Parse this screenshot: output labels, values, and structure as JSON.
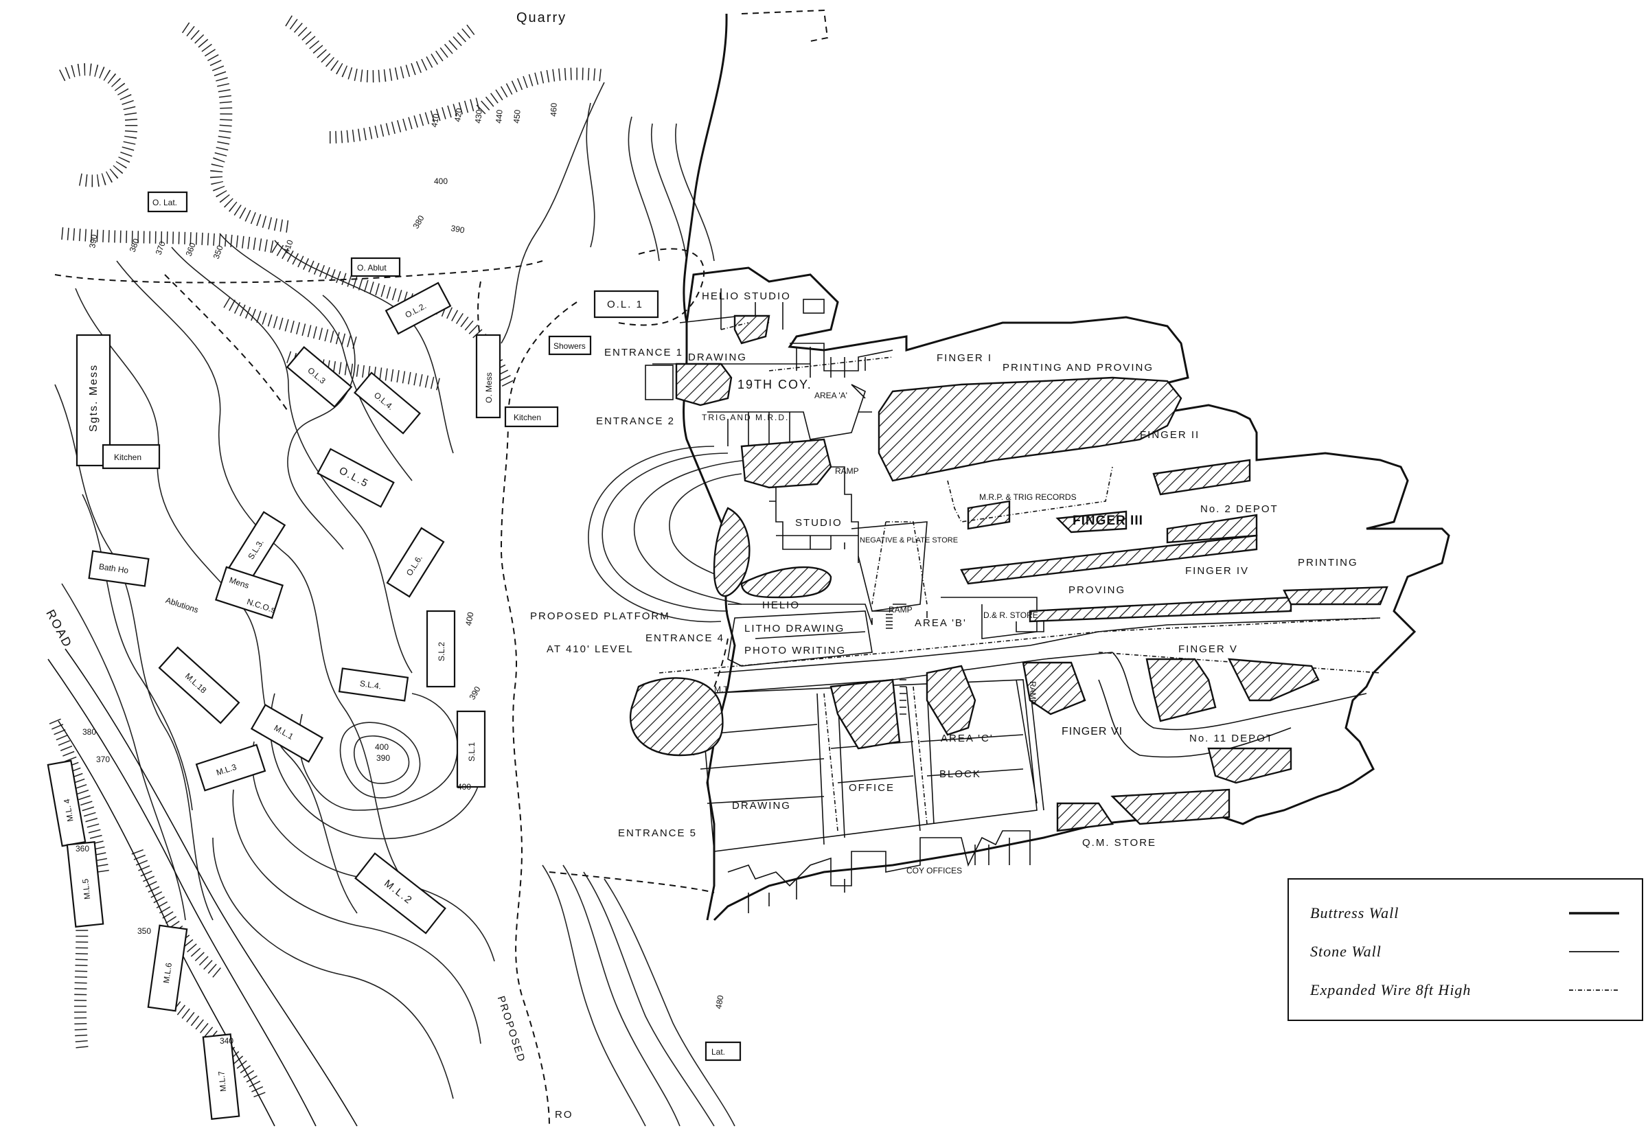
{
  "map": {
    "labels": {
      "quarry": "Quarry",
      "o_lat": "O. Lat.",
      "o_ablut": "O. Ablut",
      "ol1": "O.L. 1",
      "ol2": "O.L.2.",
      "ol3": "O.L.3",
      "ol4": "O.L.4.",
      "ol5": "O.L.5",
      "ol6": "O.L.6.",
      "o_mess": "O. Mess",
      "kitchen_o": "Kitchen",
      "showers": "Showers",
      "sgts_mess": "Sgts. Mess",
      "kitchen_sgts": "Kitchen",
      "sl3": "S.L.3.",
      "sl2": "S.L.2",
      "sl4": "S.L.4.",
      "sl1": "S.L.1",
      "bath_ho": "Bath Ho",
      "mens": "Mens",
      "ncos": "N.C.O.s",
      "ablutions": "Ablutions",
      "road": "ROAD",
      "ml18": "M.L.18",
      "ml1": "M.L.1",
      "ml3": "M.L.3",
      "ml2": "M.L.2",
      "ml4": "M.L. 4",
      "ml5": "M.L.5",
      "ml6": "M.L.6",
      "ml7": "M.L.7",
      "lat": "Lat.",
      "proposed_road": "PROPOSED",
      "proposed_ro": "RO",
      "entrance1": "ENTRANCE 1",
      "entrance2": "ENTRANCE 2",
      "entrance4": "ENTRANCE 4",
      "entrance5": "ENTRANCE 5",
      "helio_studio": "HELIO STUDIO",
      "drawing_top": "DRAWING",
      "coy19": "19TH COY.",
      "trig_mrd": "TRIG AND M.R.D.",
      "area_a": "AREA 'A'",
      "finger1": "FINGER I",
      "printing_proving": "PRINTING AND PROVING",
      "ramp1": "RAMP",
      "studio": "STUDIO",
      "negative_store": "NEGATIVE & PLATE STORE",
      "helio": "HELIO",
      "litho_drawing": "LITHO DRAWING",
      "photo_writing": "PHOTO WRITING",
      "ramp2": "RAMP",
      "area_b": "AREA 'B'",
      "dr_store": "D.& R. STORE",
      "finger2": "FINGER II",
      "mrp_trig": "M.R.P. & TRIG RECORDS",
      "finger3": "FINGER III",
      "no2_depot": "No. 2 DEPOT",
      "proving": "PROVING",
      "finger4": "FINGER IV",
      "printing": "PRINTING",
      "finger5": "FINGER V",
      "proposed_platform": "PROPOSED PLATFORM",
      "at_410": "AT 410' LEVEL",
      "mt": "M.T.",
      "ramp3": "RAMP",
      "area_c": "AREA 'C'",
      "drawing_c": "DRAWING",
      "office_c": "OFFICE",
      "block_c": "BLOCK",
      "finger6": "FINGER VI",
      "no11_depot": "No. 11 DEPOT",
      "qm_store": "Q.M. STORE",
      "coy_offices": "COY OFFICES",
      "contours": [
        "390",
        "380",
        "370",
        "360",
        "350",
        "410",
        "420",
        "430",
        "440",
        "450",
        "460",
        "400",
        "390",
        "380",
        "410",
        "400",
        "390",
        "400",
        "400",
        "390",
        "380",
        "370",
        "360",
        "350",
        "340",
        "480"
      ]
    },
    "legend": {
      "items": [
        {
          "label": "Buttress Wall",
          "line": "thick"
        },
        {
          "label": "Stone Wall",
          "line": "thin"
        },
        {
          "label": "Expanded Wire 8ft High",
          "line": "wire"
        }
      ]
    }
  }
}
